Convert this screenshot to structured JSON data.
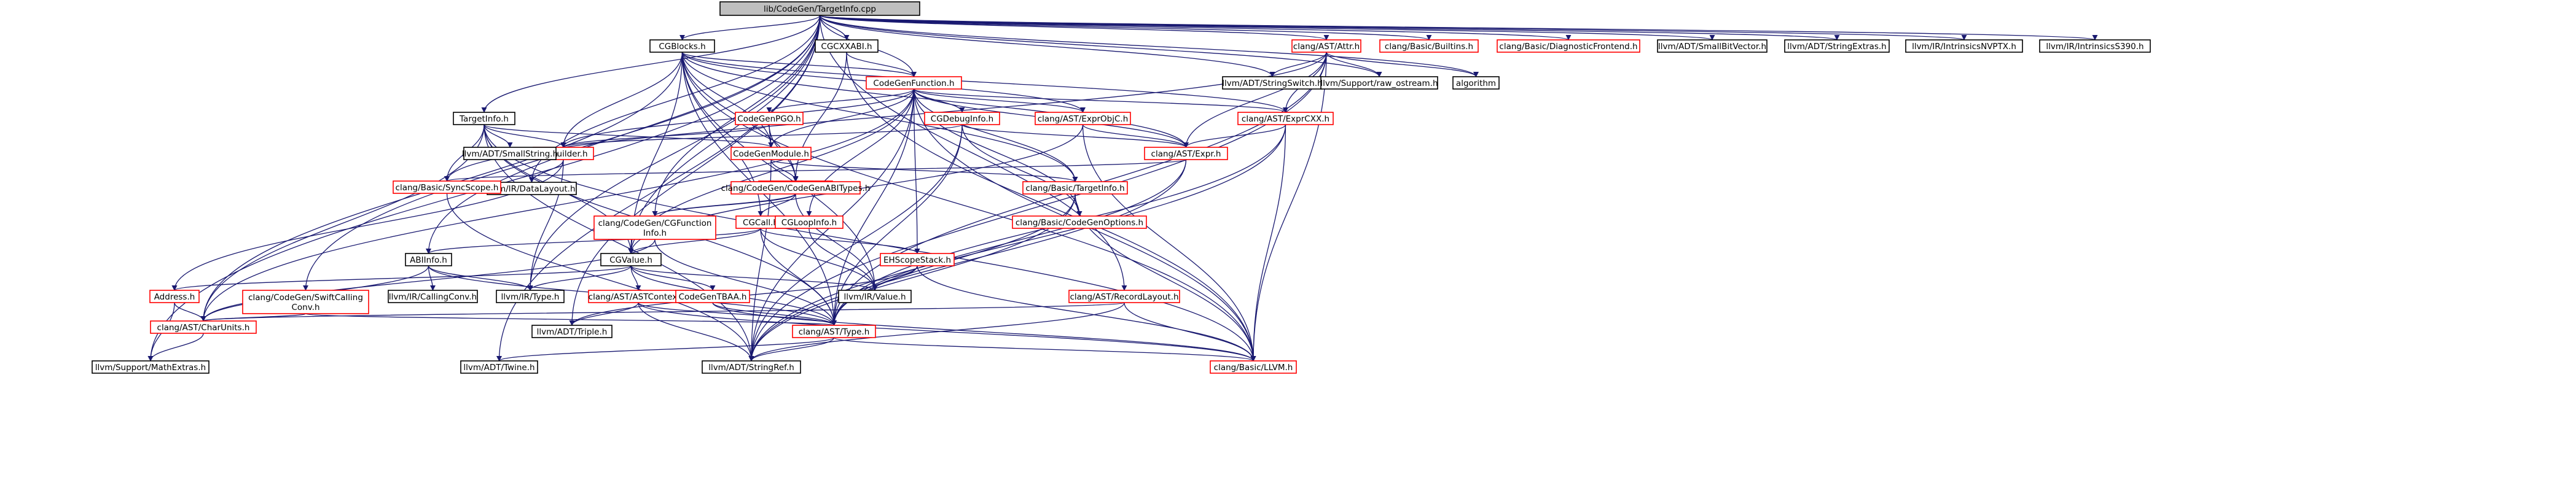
{
  "colors": {
    "edge": "#191970",
    "text": "#000000",
    "border_black": "#000000",
    "border_red": "#ff0000",
    "root_fill": "#bfbfbf",
    "node_fill": "#ffffff"
  },
  "graph": {
    "root": "root",
    "nodes": [
      {
        "id": "root",
        "lines": [
          "lib/CodeGen/TargetInfo.cpp"
        ],
        "border": "black",
        "root": true
      },
      {
        "id": "cgblocks",
        "lines": [
          "CGBlocks.h"
        ],
        "border": "black"
      },
      {
        "id": "cgcxxabi",
        "lines": [
          "CGCXXABI.h"
        ],
        "border": "black"
      },
      {
        "id": "codegenfunction",
        "lines": [
          "CodeGenFunction.h"
        ],
        "border": "red"
      },
      {
        "id": "attr",
        "lines": [
          "clang/AST/Attr.h"
        ],
        "border": "red"
      },
      {
        "id": "builtins",
        "lines": [
          "clang/Basic/Builtins.h"
        ],
        "border": "red"
      },
      {
        "id": "diagfrontend",
        "lines": [
          "clang/Basic/DiagnosticFrontend.h"
        ],
        "border": "red"
      },
      {
        "id": "smallbitvector",
        "lines": [
          "llvm/ADT/SmallBitVector.h"
        ],
        "border": "black"
      },
      {
        "id": "stringextras",
        "lines": [
          "llvm/ADT/StringExtras.h"
        ],
        "border": "black"
      },
      {
        "id": "intrinsicsnvptx",
        "lines": [
          "llvm/IR/IntrinsicsNVPTX.h"
        ],
        "border": "black"
      },
      {
        "id": "intrinsicss390",
        "lines": [
          "llvm/IR/IntrinsicsS390.h"
        ],
        "border": "black"
      },
      {
        "id": "stringswitch",
        "lines": [
          "llvm/ADT/StringSwitch.h"
        ],
        "border": "black"
      },
      {
        "id": "rawostream",
        "lines": [
          "llvm/Support/raw_ostream.h"
        ],
        "border": "black"
      },
      {
        "id": "algorithm",
        "lines": [
          "algorithm"
        ],
        "border": "black"
      },
      {
        "id": "targetinfo",
        "lines": [
          "TargetInfo.h"
        ],
        "border": "black"
      },
      {
        "id": "codegenpgo",
        "lines": [
          "CodeGenPGO.h"
        ],
        "border": "red"
      },
      {
        "id": "cgdebuginfo",
        "lines": [
          "CGDebugInfo.h"
        ],
        "border": "red"
      },
      {
        "id": "exprobjc",
        "lines": [
          "clang/AST/ExprObjC.h"
        ],
        "border": "red"
      },
      {
        "id": "exprcxx",
        "lines": [
          "clang/AST/ExprCXX.h"
        ],
        "border": "red"
      },
      {
        "id": "cgbuilder",
        "lines": [
          "CGBuilder.h"
        ],
        "border": "red"
      },
      {
        "id": "smallstring",
        "lines": [
          "llvm/ADT/SmallString.h"
        ],
        "border": "black"
      },
      {
        "id": "codegenmodule",
        "lines": [
          "CodeGenModule.h"
        ],
        "border": "red"
      },
      {
        "id": "expr",
        "lines": [
          "clang/AST/Expr.h"
        ],
        "border": "red"
      },
      {
        "id": "datalayout",
        "lines": [
          "llvm/IR/DataLayout.h"
        ],
        "border": "black"
      },
      {
        "id": "syncscope",
        "lines": [
          "clang/Basic/SyncScope.h"
        ],
        "border": "red"
      },
      {
        "id": "codegentypes",
        "lines": [
          "CodeGenTypes.h"
        ],
        "border": "red"
      },
      {
        "id": "cgabitypes",
        "lines": [
          "clang/CodeGen/CodeGenABITypes.h"
        ],
        "border": "red"
      },
      {
        "id": "basictargetinfo",
        "lines": [
          "clang/Basic/TargetInfo.h"
        ],
        "border": "red"
      },
      {
        "id": "cgfunctioninfo",
        "lines": [
          "clang/CodeGen/CGFunction",
          "Info.h"
        ],
        "border": "red"
      },
      {
        "id": "cgcall",
        "lines": [
          "CGCall.h"
        ],
        "border": "red"
      },
      {
        "id": "cgloopinfo",
        "lines": [
          "CGLoopInfo.h"
        ],
        "border": "red"
      },
      {
        "id": "codegenoptions",
        "lines": [
          "clang/Basic/CodeGenOptions.h"
        ],
        "border": "red"
      },
      {
        "id": "abiinfo",
        "lines": [
          "ABIInfo.h"
        ],
        "border": "black"
      },
      {
        "id": "cgvalue",
        "lines": [
          "CGValue.h"
        ],
        "border": "black"
      },
      {
        "id": "ehscopestack",
        "lines": [
          "EHScopeStack.h"
        ],
        "border": "red"
      },
      {
        "id": "address",
        "lines": [
          "Address.h"
        ],
        "border": "red"
      },
      {
        "id": "swiftcallingconv",
        "lines": [
          "clang/CodeGen/SwiftCalling",
          "Conv.h"
        ],
        "border": "red"
      },
      {
        "id": "ircallingconv",
        "lines": [
          "llvm/IR/CallingConv.h"
        ],
        "border": "black"
      },
      {
        "id": "irtype",
        "lines": [
          "llvm/IR/Type.h"
        ],
        "border": "black"
      },
      {
        "id": "astcontext",
        "lines": [
          "clang/AST/ASTContext.h"
        ],
        "border": "red"
      },
      {
        "id": "codegentbaa",
        "lines": [
          "CodeGenTBAA.h"
        ],
        "border": "red"
      },
      {
        "id": "irvalue",
        "lines": [
          "llvm/IR/Value.h"
        ],
        "border": "black"
      },
      {
        "id": "recordlayout",
        "lines": [
          "clang/AST/RecordLayout.h"
        ],
        "border": "red"
      },
      {
        "id": "charunits",
        "lines": [
          "clang/AST/CharUnits.h"
        ],
        "border": "red"
      },
      {
        "id": "triple",
        "lines": [
          "llvm/ADT/Triple.h"
        ],
        "border": "black"
      },
      {
        "id": "asttype",
        "lines": [
          "clang/AST/Type.h"
        ],
        "border": "red"
      },
      {
        "id": "mathextras",
        "lines": [
          "llvm/Support/MathExtras.h"
        ],
        "border": "black"
      },
      {
        "id": "twine",
        "lines": [
          "llvm/ADT/Twine.h"
        ],
        "border": "black"
      },
      {
        "id": "stringref",
        "lines": [
          "llvm/ADT/StringRef.h"
        ],
        "border": "black"
      },
      {
        "id": "basicllvm",
        "lines": [
          "clang/Basic/LLVM.h"
        ],
        "border": "red"
      }
    ],
    "edges": [
      [
        "root",
        "cgblocks"
      ],
      [
        "root",
        "cgcxxabi"
      ],
      [
        "root",
        "codegenfunction"
      ],
      [
        "root",
        "attr"
      ],
      [
        "root",
        "builtins"
      ],
      [
        "root",
        "diagfrontend"
      ],
      [
        "root",
        "smallbitvector"
      ],
      [
        "root",
        "stringextras"
      ],
      [
        "root",
        "intrinsicsnvptx"
      ],
      [
        "root",
        "intrinsicss390"
      ],
      [
        "root",
        "stringswitch"
      ],
      [
        "root",
        "rawostream"
      ],
      [
        "root",
        "algorithm"
      ],
      [
        "root",
        "targetinfo"
      ],
      [
        "root",
        "abiinfo"
      ],
      [
        "root",
        "cgvalue"
      ],
      [
        "root",
        "swiftcallingconv"
      ],
      [
        "root",
        "irtype"
      ],
      [
        "root",
        "triple"
      ],
      [
        "root",
        "mathextras"
      ],
      [
        "root",
        "recordlayout"
      ],
      [
        "root",
        "cgfunctioninfo"
      ],
      [
        "root",
        "datalayout"
      ],
      [
        "root",
        "twine"
      ],
      [
        "cgblocks",
        "codegenfunction"
      ],
      [
        "cgblocks",
        "codegenmodule"
      ],
      [
        "cgblocks",
        "cgbuilder"
      ],
      [
        "cgblocks",
        "codegentypes"
      ],
      [
        "cgblocks",
        "cgvalue"
      ],
      [
        "cgblocks",
        "exprobjc"
      ],
      [
        "cgblocks",
        "exprcxx"
      ],
      [
        "cgblocks",
        "expr"
      ],
      [
        "cgblocks",
        "charunits"
      ],
      [
        "cgblocks",
        "asttype"
      ],
      [
        "cgblocks",
        "basictargetinfo"
      ],
      [
        "cgblocks",
        "basicllvm"
      ],
      [
        "cgblocks",
        "irvalue"
      ],
      [
        "cgblocks",
        "cgcall"
      ],
      [
        "cgcxxabi",
        "codegenfunction"
      ],
      [
        "cgcxxabi",
        "cgabitypes"
      ],
      [
        "cgcxxabi",
        "basicllvm"
      ],
      [
        "codegenfunction",
        "codegenpgo"
      ],
      [
        "codegenfunction",
        "cgdebuginfo"
      ],
      [
        "codegenfunction",
        "exprobjc"
      ],
      [
        "codegenfunction",
        "exprcxx"
      ],
      [
        "codegenfunction",
        "cgbuilder"
      ],
      [
        "codegenfunction",
        "codegenmodule"
      ],
      [
        "codegenfunction",
        "expr"
      ],
      [
        "codegenfunction",
        "basictargetinfo"
      ],
      [
        "codegenfunction",
        "cgloopinfo"
      ],
      [
        "codegenfunction",
        "ehscopestack"
      ],
      [
        "codegenfunction",
        "cgvalue"
      ],
      [
        "codegenfunction",
        "asttype"
      ],
      [
        "codegenfunction",
        "codegenoptions"
      ],
      [
        "codegenfunction",
        "charunits"
      ],
      [
        "codegenfunction",
        "basicllvm"
      ],
      [
        "codegenfunction",
        "stringref"
      ],
      [
        "attr",
        "stringswitch"
      ],
      [
        "attr",
        "rawostream"
      ],
      [
        "attr",
        "exprcxx"
      ],
      [
        "attr",
        "expr"
      ],
      [
        "attr",
        "asttype"
      ],
      [
        "attr",
        "basicllvm"
      ],
      [
        "attr",
        "stringref"
      ],
      [
        "attr",
        "algorithm"
      ],
      [
        "attr",
        "syncscope"
      ],
      [
        "targetinfo",
        "cgbuilder"
      ],
      [
        "targetinfo",
        "codegenmodule"
      ],
      [
        "targetinfo",
        "cgvalue"
      ],
      [
        "targetinfo",
        "asttype"
      ],
      [
        "targetinfo",
        "basicllvm"
      ],
      [
        "targetinfo",
        "smallstring"
      ],
      [
        "targetinfo",
        "stringref"
      ],
      [
        "targetinfo",
        "syncscope"
      ],
      [
        "targetinfo",
        "charunits"
      ],
      [
        "codegenpgo",
        "cgbuilder"
      ],
      [
        "codegenpgo",
        "codegenmodule"
      ],
      [
        "codegenpgo",
        "codegentypes"
      ],
      [
        "cgdebuginfo",
        "cgbuilder"
      ],
      [
        "cgdebuginfo",
        "expr"
      ],
      [
        "cgdebuginfo",
        "asttype"
      ],
      [
        "cgdebuginfo",
        "codegenoptions"
      ],
      [
        "cgdebuginfo",
        "stringref"
      ],
      [
        "exprobjc",
        "expr"
      ],
      [
        "exprobjc",
        "basicllvm"
      ],
      [
        "exprobjc",
        "cgvalue"
      ],
      [
        "exprcxx",
        "expr"
      ],
      [
        "exprcxx",
        "basicllvm"
      ],
      [
        "exprcxx",
        "asttype"
      ],
      [
        "exprcxx",
        "stringref"
      ],
      [
        "cgbuilder",
        "datalayout"
      ],
      [
        "cgbuilder",
        "irtype"
      ],
      [
        "cgbuilder",
        "address"
      ],
      [
        "codegenmodule",
        "codegentypes"
      ],
      [
        "codegenmodule",
        "basictargetinfo"
      ],
      [
        "codegenmodule",
        "stringref"
      ],
      [
        "expr",
        "syncscope"
      ],
      [
        "expr",
        "asttype"
      ],
      [
        "expr",
        "stringref"
      ],
      [
        "syncscope",
        "stringref"
      ],
      [
        "codegentypes",
        "cgcall"
      ],
      [
        "codegentypes",
        "cgfunctioninfo"
      ],
      [
        "cgabitypes",
        "cgfunctioninfo"
      ],
      [
        "cgabitypes",
        "irvalue"
      ],
      [
        "basictargetinfo",
        "codegenoptions"
      ],
      [
        "basictargetinfo",
        "basicllvm"
      ],
      [
        "basictargetinfo",
        "stringref"
      ],
      [
        "basictargetinfo",
        "asttype"
      ],
      [
        "cgfunctioninfo",
        "asttype"
      ],
      [
        "cgfunctioninfo",
        "charunits"
      ],
      [
        "cgcall",
        "cgvalue"
      ],
      [
        "cgcall",
        "ehscopestack"
      ],
      [
        "cgcall",
        "abiinfo"
      ],
      [
        "cgcall",
        "asttype"
      ],
      [
        "cgcall",
        "irvalue"
      ],
      [
        "cgloopinfo",
        "irvalue"
      ],
      [
        "abiinfo",
        "asttype"
      ],
      [
        "abiinfo",
        "irtype"
      ],
      [
        "abiinfo",
        "ircallingconv"
      ],
      [
        "abiinfo",
        "charunits"
      ],
      [
        "cgvalue",
        "asttype"
      ],
      [
        "cgvalue",
        "astcontext"
      ],
      [
        "cgvalue",
        "codegentbaa"
      ],
      [
        "cgvalue",
        "irvalue"
      ],
      [
        "cgvalue",
        "irtype"
      ],
      [
        "cgvalue",
        "address"
      ],
      [
        "ehscopestack",
        "irvalue"
      ],
      [
        "ehscopestack",
        "basicllvm"
      ],
      [
        "ehscopestack",
        "triple"
      ],
      [
        "address",
        "charunits"
      ],
      [
        "address",
        "mathextras"
      ],
      [
        "swiftcallingconv",
        "charunits"
      ],
      [
        "swiftcallingconv",
        "asttype"
      ],
      [
        "astcontext",
        "asttype"
      ],
      [
        "astcontext",
        "basicllvm"
      ],
      [
        "astcontext",
        "stringref"
      ],
      [
        "astcontext",
        "triple"
      ],
      [
        "codegentbaa",
        "asttype"
      ],
      [
        "codegentbaa",
        "basicllvm"
      ],
      [
        "recordlayout",
        "charunits"
      ],
      [
        "recordlayout",
        "basicllvm"
      ],
      [
        "recordlayout",
        "stringref"
      ],
      [
        "charunits",
        "mathextras"
      ],
      [
        "asttype",
        "basicllvm"
      ],
      [
        "asttype",
        "twine"
      ],
      [
        "asttype",
        "stringref"
      ]
    ]
  }
}
